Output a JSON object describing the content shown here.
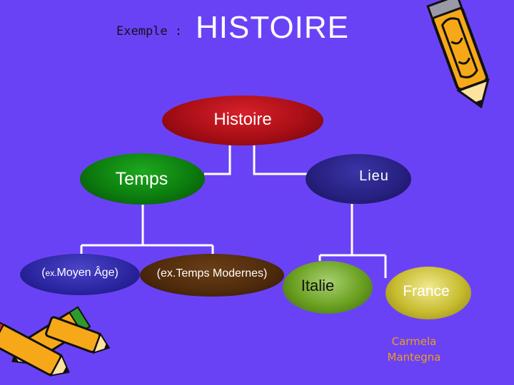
{
  "title": {
    "prefix": "Exemple :",
    "main": "HISTOIRE"
  },
  "nodes": {
    "histoire": "Histoire",
    "temps": "Temps",
    "lieu": "Lieu",
    "moyen_prefix": "(",
    "moyen_small": "ex.",
    "moyen_rest": "Moyen Âge)",
    "modernes": "(ex.Temps Modernes)",
    "italie": "Italie",
    "france": "France"
  },
  "author": {
    "line1": "Carmela",
    "line2": "Mantegna"
  },
  "colors": {
    "background": "#6a42f6",
    "histoire": "#a80e16",
    "temps": "#0c7d0e",
    "lieu": "#26207f",
    "moyen": "#2a25a0",
    "modernes": "#4e2a0c",
    "italie": "#6aa020",
    "france": "#c8bc30",
    "author": "#e8a018"
  },
  "icons": [
    "pencil-icon",
    "pencils-icon"
  ]
}
